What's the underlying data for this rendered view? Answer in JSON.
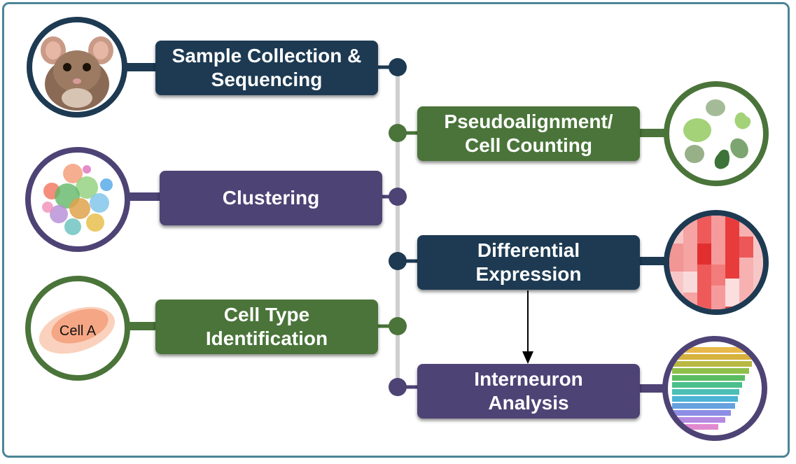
{
  "steps": {
    "sample": "Sample Collection &\nSequencing",
    "pseudo": "Pseudoalignment/\nCell Counting",
    "clustering": "Clustering",
    "diffexp": "Differential\nExpression",
    "celltype": "Cell Type\nIdentification",
    "interneuron": "Interneuron\nAnalysis"
  },
  "thumbnails": {
    "sample": "mouse-photo",
    "pseudo": "cell-blobs",
    "clustering": "cluster-scatter",
    "diffexp": "heatmap",
    "celltype_label": "Cell A",
    "interneuron": "rainbow-bar-chart"
  },
  "colors": {
    "navy": "#1d3a52",
    "green": "#4a7439",
    "purple": "#4e4375",
    "border": "#4b8596",
    "spine": "#cfcfcf"
  }
}
